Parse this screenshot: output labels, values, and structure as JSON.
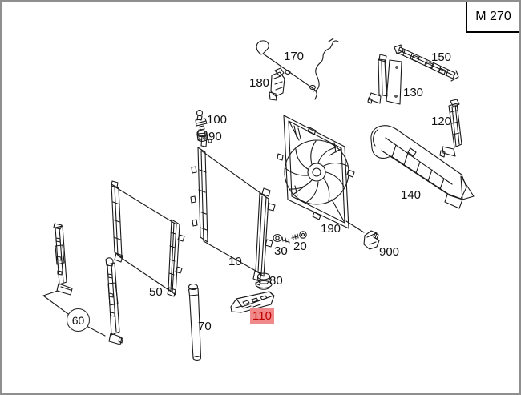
{
  "model_code": "M 270",
  "part_labels": {
    "p10": "10",
    "p20": "20",
    "p30": "30",
    "p50": "50",
    "p60": "60",
    "p70": "70",
    "p80": "80",
    "p90": "90",
    "p100": "100",
    "p110": "110",
    "p120": "120",
    "p130": "130",
    "p140": "140",
    "p150": "150",
    "p170": "170",
    "p180": "180",
    "p190": "190",
    "p900": "900"
  },
  "highlight": {
    "part": "110"
  },
  "circled_part": "60",
  "colors": {
    "line": "#1a1a1a",
    "canvas_border": "#8f8f8f",
    "highlight_bg": "#f08a8a",
    "highlight_text": "#c00000",
    "background": "#ffffff"
  }
}
